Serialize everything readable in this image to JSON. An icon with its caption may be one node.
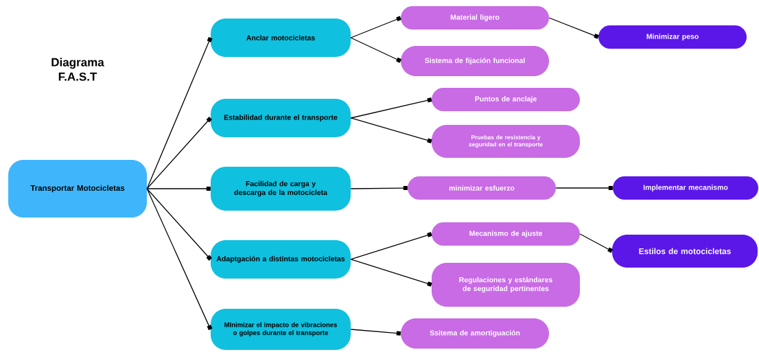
{
  "diagram": {
    "title": "Diagrama F.A.S.T",
    "nodes": [
      {
        "text": [
          "Transportar Motocicletas"
        ]
      },
      {
        "text": [
          "Anclar motocicletas"
        ]
      },
      {
        "text": [
          "Estabilidad durante el transporte"
        ]
      },
      {
        "text": [
          "Facilidad de carga y descarga de la motocicleta"
        ]
      },
      {
        "text": [
          "Adaptgación a distintas motocicletas"
        ]
      },
      {
        "text": [
          "MInimizar el impacto de vibraciones o golpes durante el transporte"
        ]
      },
      {
        "text": [
          "Material ligero"
        ]
      },
      {
        "text": [
          "Sistema de fijación funcional"
        ]
      },
      {
        "text": [
          "Puntos de anclaje"
        ]
      },
      {
        "text": [
          "Pruebas de resistencia y seguridad en el transporte"
        ]
      },
      {
        "text": [
          "minimizar esfuerzo"
        ]
      },
      {
        "text": [
          "Mecanismo de ajuste"
        ]
      },
      {
        "text": [
          "Regulaciones y estándares de seguridad pertinentes"
        ]
      },
      {
        "text": [
          "Ssitema de amortiguación"
        ]
      },
      {
        "text": [
          "Minimizar peso"
        ]
      },
      {
        "text": [
          "Implementar mecanismo"
        ]
      },
      {
        "text": [
          "Estilos de motocicletas"
        ]
      }
    ],
    "edges": [
      {
        "from": 0,
        "to": 1,
        "arrow": "other"
      },
      {
        "from": 0,
        "to": 2,
        "arrow": "other"
      },
      {
        "from": 0,
        "to": 3,
        "arrow": "other"
      },
      {
        "from": 0,
        "to": 4,
        "arrow": "other"
      },
      {
        "from": 0,
        "to": 5,
        "arrow": "other"
      },
      {
        "from": 1,
        "to": 6,
        "arrow": "other"
      },
      {
        "from": 1,
        "to": 7,
        "arrow": "other"
      },
      {
        "from": 2,
        "to": 8,
        "arrow": "other"
      },
      {
        "from": 2,
        "to": 9,
        "arrow": "other"
      },
      {
        "from": 3,
        "to": 10,
        "arrow": "other"
      },
      {
        "from": 4,
        "to": 11,
        "arrow": "other"
      },
      {
        "from": 4,
        "to": 12,
        "arrow": "other"
      },
      {
        "from": 5,
        "to": 13,
        "arrow": "other"
      },
      {
        "from": 6,
        "to": 14,
        "arrow": "other"
      },
      {
        "from": 10,
        "to": 15,
        "arrow": "other"
      },
      {
        "from": 11,
        "to": 16,
        "arrow": "other"
      }
    ]
  }
}
